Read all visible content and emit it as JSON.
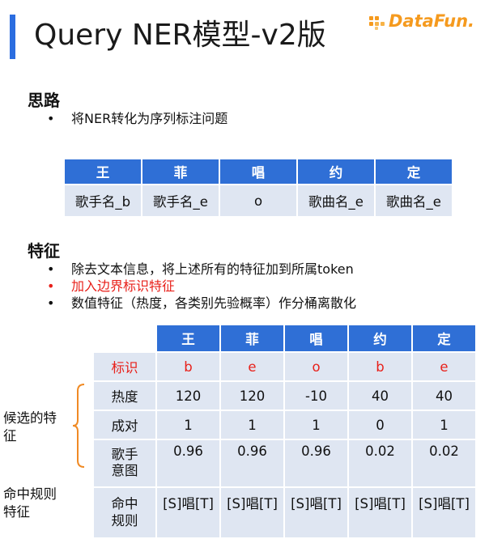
{
  "title": "Query NER模型-v2版",
  "logo": {
    "text": "DataFun.",
    "icon": "datafun-logo-icon",
    "color": "#f59a1e"
  },
  "accent_color": "#2b6de0",
  "section1": {
    "heading": "思路",
    "bullets": [
      "将NER转化为序列标注问题"
    ]
  },
  "table1": {
    "headers": [
      "王",
      "菲",
      "唱",
      "约",
      "定"
    ],
    "row": [
      "歌手名_b",
      "歌手名_e",
      "o",
      "歌曲名_e",
      "歌曲名_e"
    ]
  },
  "section2": {
    "heading": "特征",
    "bullets": [
      {
        "text": "除去文本信息，将上述所有的特征加到所属token",
        "color": "#111111"
      },
      {
        "text": "加入边界标识特征",
        "color": "#e8201a"
      },
      {
        "text": "数值特征（热度，各类别先验概率）作分桶离散化",
        "color": "#111111"
      }
    ]
  },
  "table2": {
    "headers": [
      "",
      "王",
      "菲",
      "唱",
      "约",
      "定"
    ],
    "rows": [
      {
        "label": "标识",
        "values": [
          "b",
          "e",
          "o",
          "b",
          "e"
        ],
        "color": "#e8201a"
      },
      {
        "label": "热度",
        "values": [
          "120",
          "120",
          "-10",
          "40",
          "40"
        ]
      },
      {
        "label": "成对",
        "values": [
          "1",
          "1",
          "1",
          "0",
          "1"
        ]
      },
      {
        "label_lines": [
          "歌手",
          "意图"
        ],
        "values": [
          "0.96",
          "0.96",
          "0.96",
          "0.02",
          "0.02"
        ]
      },
      {
        "label_lines": [
          "命中",
          "规则"
        ],
        "values": [
          "[S]唱[T]",
          "[S]唱[T]",
          "[S]唱[T]",
          "[S]唱[T]",
          "[S]唱[T]"
        ]
      }
    ]
  },
  "side_labels": {
    "candidate_lines": [
      "候选的特",
      "征"
    ],
    "rule_lines": [
      "命中规则",
      "特征"
    ]
  },
  "header_color": "#2f6fd6",
  "cell_color": "#dfe6f2",
  "highlight_color": "#e8201a"
}
